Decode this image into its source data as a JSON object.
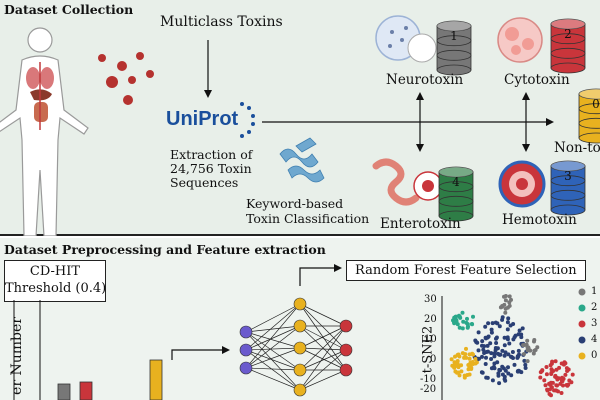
{
  "top_panel": {
    "title": "Dataset Collection",
    "source_label": "Multiclass Toxins",
    "uniprot_logo": "UniProt",
    "extraction_text": [
      "Extraction of",
      "24,756 Toxin",
      "Sequences"
    ],
    "classification_text": [
      "Keyword-based",
      "Toxin Classification"
    ],
    "classes": [
      {
        "name": "Neurotoxin",
        "number": "1",
        "color": "#777777"
      },
      {
        "name": "Cytotoxin",
        "number": "2",
        "color": "#c9353b"
      },
      {
        "name": "Non-toxin",
        "number": "0",
        "color": "#e8b11f"
      },
      {
        "name": "Enterotoxin",
        "number": "4",
        "color": "#2e7d46"
      },
      {
        "name": "Hemotoxin",
        "number": "3",
        "color": "#2f63b8"
      }
    ]
  },
  "bottom_panel": {
    "title": "Dataset Preprocessing and Feature extraction",
    "cdhit_text": [
      "CD-HIT",
      "Threshold (0.4)"
    ],
    "bar_axis_label": "er Number",
    "rf_label": "Random Forest Feature Selection",
    "tsne_ylabel": "t-SNE2",
    "tsne_ticks": [
      "30",
      "20",
      "10",
      "0",
      "-10",
      "-20"
    ],
    "legend": [
      {
        "label": "1",
        "color": "#777777"
      },
      {
        "label": "2",
        "color": "#2aa88a"
      },
      {
        "label": "3",
        "color": "#c9353b"
      },
      {
        "label": "4",
        "color": "#2a3f74"
      },
      {
        "label": "0",
        "color": "#e8b11f"
      }
    ]
  }
}
